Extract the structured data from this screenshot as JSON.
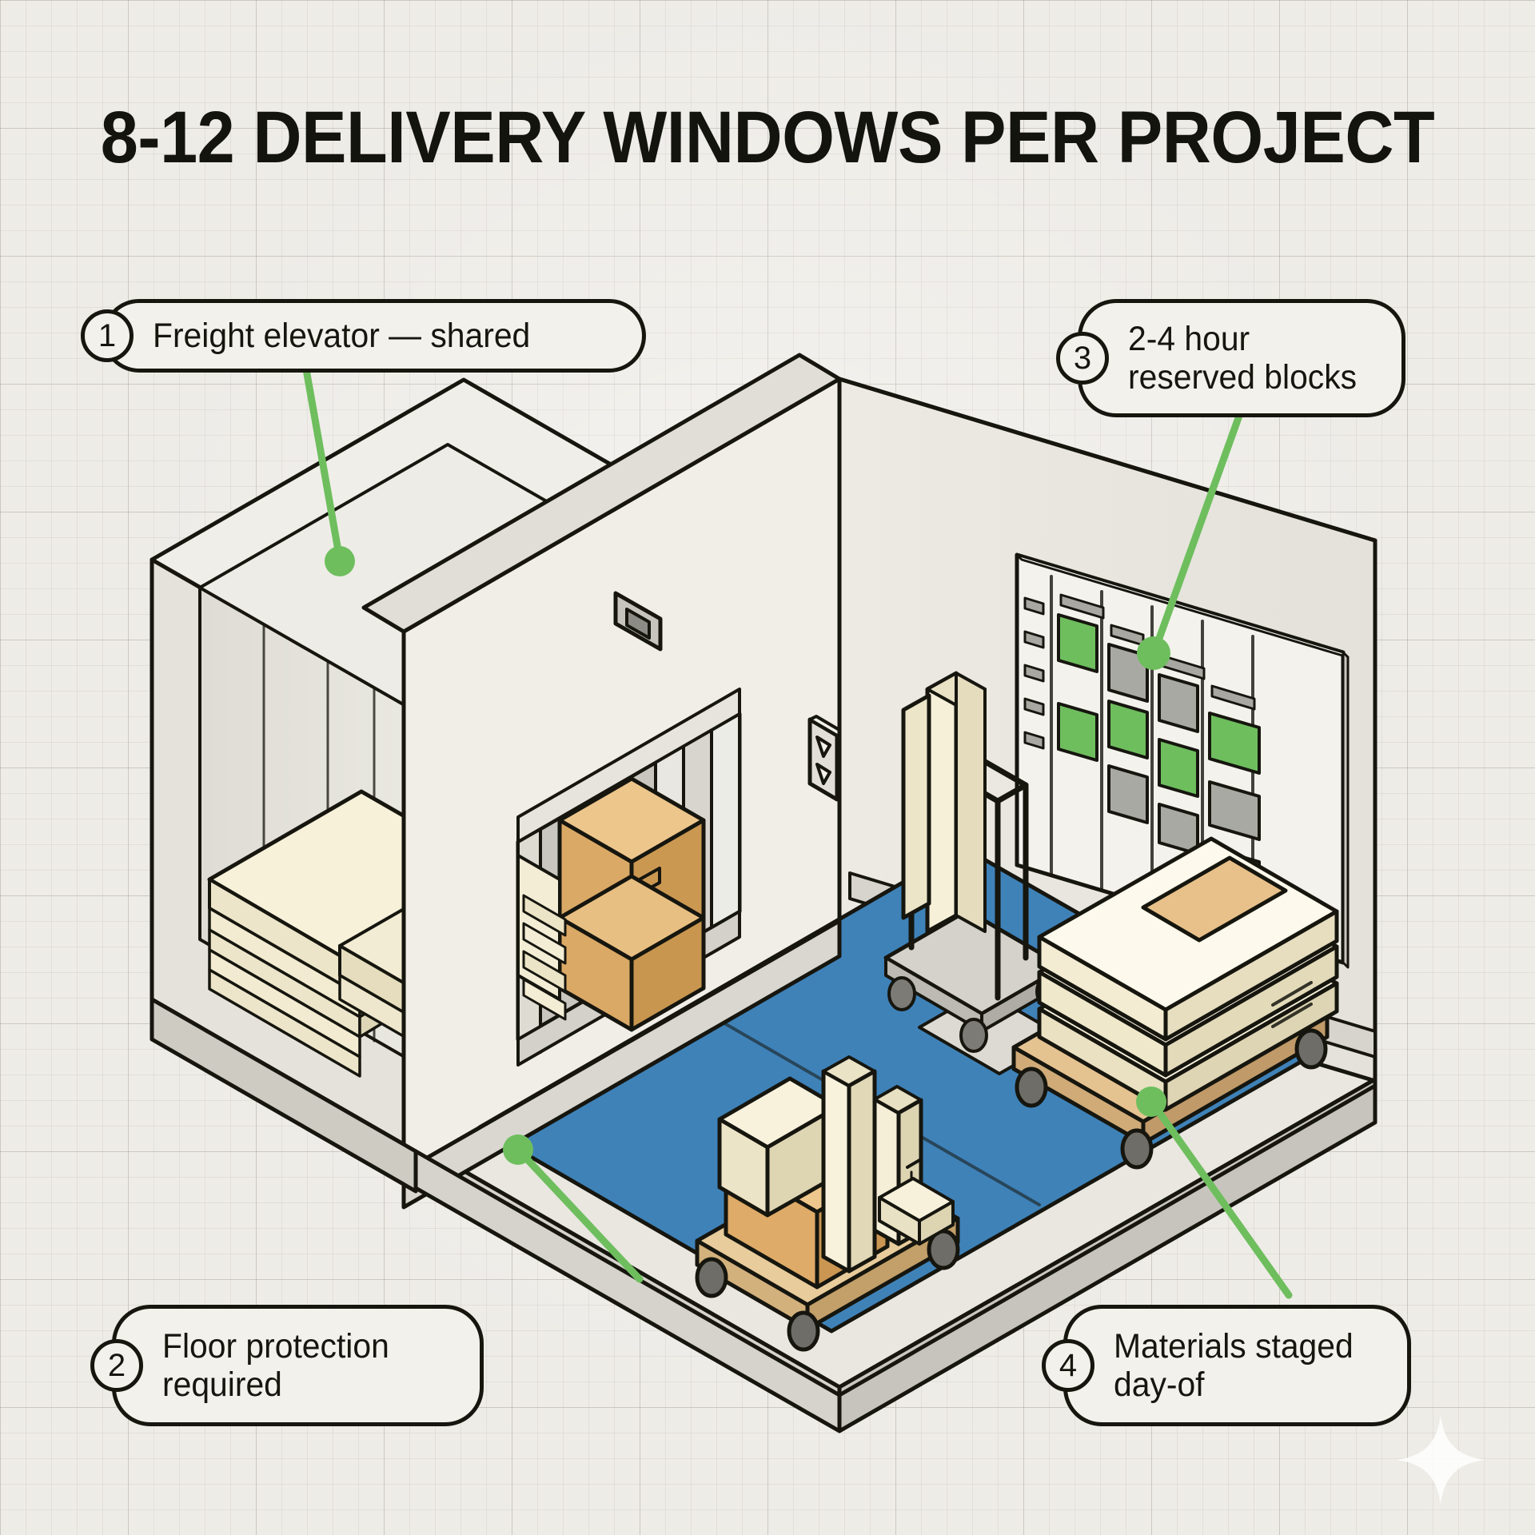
{
  "page": {
    "title": "8-12 DELIVERY WINDOWS PER PROJECT",
    "background_color": "#eeece7",
    "ink_color": "#16160f",
    "accent_green": "#6ebe5e",
    "floor_protection_blue": "#3f82b8",
    "cardboard_tan": "#e2b274",
    "plywood_cream": "#f5eed5",
    "wall_gray": "#e7e6e0"
  },
  "callouts": [
    {
      "number": "1",
      "text": "Freight elevator — shared",
      "target": "freight-elevator-cab"
    },
    {
      "number": "2",
      "text": "Floor protection\nrequired",
      "target": "floor-protection-mat"
    },
    {
      "number": "3",
      "text": "2-4 hour\nreserved blocks",
      "target": "schedule-board"
    },
    {
      "number": "4",
      "text": "Materials staged\nday-of",
      "target": "material-cart-right"
    }
  ],
  "scene": {
    "type": "isometric-cutaway-room",
    "elements": [
      {
        "name": "freight-elevator-cab",
        "label": "Freight elevator cab with stacked drywall sheets"
      },
      {
        "name": "elevator-doorway",
        "label": "Open freight elevator doorway"
      },
      {
        "name": "elevator-call-panel",
        "label": "Up / down call button panel"
      },
      {
        "name": "elevator-indicator",
        "label": "Floor indicator display"
      },
      {
        "name": "floor-protection-mat",
        "label": "Blue floor protection mat"
      },
      {
        "name": "schedule-board",
        "label": "Wall-mounted delivery schedule board"
      },
      {
        "name": "material-cart-left",
        "label": "Panel cart with upright sheets"
      },
      {
        "name": "material-cart-right",
        "label": "Flat cart with stacked lumber and panels"
      },
      {
        "name": "material-cart-center",
        "label": "Cart with cartons and panels"
      }
    ]
  },
  "schedule_board": {
    "columns": 5,
    "rows": 5,
    "legend": {
      "booked": "#6ebe5e",
      "unavailable": "#a9a9a4",
      "empty": "#e7e6e0"
    },
    "row_labels": [
      "",
      "",
      "",
      ""
    ],
    "grid": [
      [
        "label",
        "booked",
        "empty",
        "empty",
        "empty"
      ],
      [
        "label",
        "empty",
        "unavailable",
        "unavailable",
        "empty"
      ],
      [
        "label",
        "empty",
        "booked",
        "empty",
        "booked"
      ],
      [
        "label",
        "booked",
        "empty",
        "booked",
        "empty"
      ],
      [
        "label",
        "empty",
        "unavailable",
        "unavailable",
        "unavailable"
      ]
    ]
  },
  "watermark": {
    "icon": "sparkle-icon",
    "color": "#ffffff"
  }
}
